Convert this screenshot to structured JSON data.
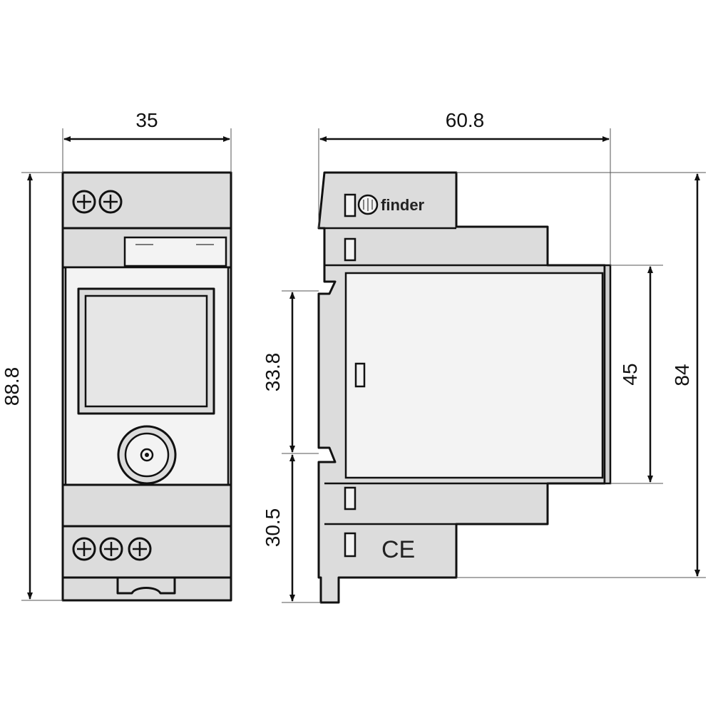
{
  "dimensions": {
    "width_front": "35",
    "depth_side": "60.8",
    "height_front": "88.8",
    "rail_upper": "33.8",
    "rail_lower": "30.5",
    "front_window": "45",
    "side_height": "84"
  },
  "labels": {
    "brand": "finder",
    "mark": "CE"
  },
  "colors": {
    "body": "#dcdcdc",
    "line": "#111111",
    "face": "#f3f3f3"
  },
  "icons": [
    "screw-terminal-icon",
    "finder-logo-icon",
    "ce-mark-icon",
    "knob-icon"
  ]
}
